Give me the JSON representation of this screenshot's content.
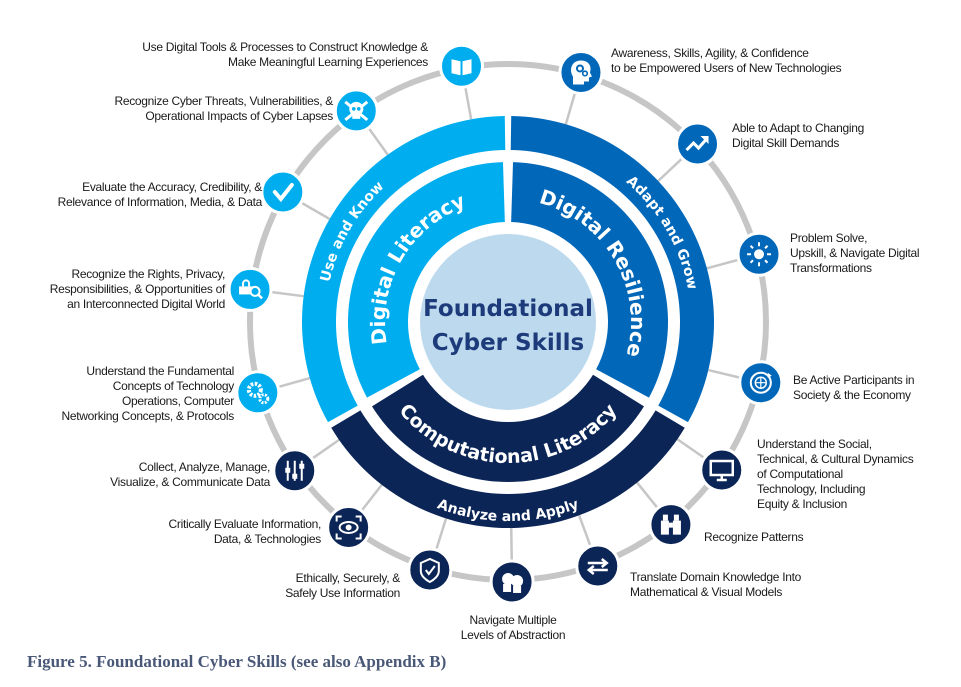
{
  "center_title": [
    "Foundational",
    "Cyber Skills"
  ],
  "tiers": [
    {
      "name": "Digital Literacy",
      "band": "Use and Know",
      "color": "#00AEEF"
    },
    {
      "name": "Digital Resilience",
      "band": "Adapt and Grow",
      "color": "#0067B9"
    },
    {
      "name": "Computational Literacy",
      "band": "Analyze and Apply",
      "color": "#0C2557"
    }
  ],
  "colors": {
    "center": "#BDD9EE",
    "center_text": "#1D3B7A",
    "ring": "#C6C6C6"
  },
  "skills": [
    {
      "icon": "book-icon",
      "tier": 0,
      "lines": [
        "Use Digital Tools & Processes to Construct Knowledge &",
        "Make Meaningful Learning Experiences"
      ]
    },
    {
      "icon": "skull-crossbones-icon",
      "tier": 0,
      "lines": [
        "Recognize Cyber Threats, Vulnerabilities, &",
        "Operational Impacts of Cyber Lapses"
      ]
    },
    {
      "icon": "checkmark-icon",
      "tier": 0,
      "lines": [
        "Evaluate the Accuracy, Credibility, &",
        "Relevance of Information, Media, & Data"
      ]
    },
    {
      "icon": "lock-search-icon",
      "tier": 0,
      "lines": [
        "Recognize the Rights, Privacy,",
        "Responsibilities, & Opportunities of",
        "an Interconnected Digital World"
      ]
    },
    {
      "icon": "gears-icon",
      "tier": 0,
      "lines": [
        "Understand the Fundamental",
        "Concepts of Technology",
        "Operations, Computer",
        "Networking Concepts, & Protocols"
      ]
    },
    {
      "icon": "sliders-icon",
      "tier": 2,
      "lines": [
        "Collect, Analyze, Manage,",
        "Visualize, & Communicate Data"
      ]
    },
    {
      "icon": "eye-scan-icon",
      "tier": 2,
      "lines": [
        "Critically Evaluate Information,",
        "Data, & Technologies"
      ]
    },
    {
      "icon": "shield-check-icon",
      "tier": 2,
      "lines": [
        "Ethically, Securely, &",
        "Safely Use Information"
      ]
    },
    {
      "icon": "heads-icon",
      "tier": 2,
      "lines": [
        "Navigate Multiple",
        "Levels of Abstraction"
      ]
    },
    {
      "icon": "exchange-arrows-icon",
      "tier": 2,
      "lines": [
        "Translate Domain Knowledge Into",
        "Mathematical & Visual Models"
      ]
    },
    {
      "icon": "binoculars-icon",
      "tier": 2,
      "lines": [
        "Recognize Patterns"
      ]
    },
    {
      "icon": "monitor-icon",
      "tier": 2,
      "lines": [
        "Understand the Social,",
        "Technical, & Cultural Dynamics",
        "of Computational",
        "Technology, Including",
        "Equity & Inclusion"
      ]
    },
    {
      "icon": "globe-refresh-icon",
      "tier": 1,
      "lines": [
        "Be Active Participants in",
        "Society & the Economy"
      ]
    },
    {
      "icon": "sun-gear-icon",
      "tier": 1,
      "lines": [
        "Problem Solve,",
        "Upskill, & Navigate Digital",
        "Transformations"
      ]
    },
    {
      "icon": "trend-up-icon",
      "tier": 1,
      "lines": [
        "Able to Adapt to Changing",
        "Digital Skill Demands"
      ]
    },
    {
      "icon": "head-gears-icon",
      "tier": 1,
      "lines": [
        "Awareness, Skills, Agility, & Confidence",
        "to be Empowered Users of New Technologies"
      ]
    }
  ],
  "caption": "Figure 5. Foundational Cyber Skills (see also Appendix B)"
}
